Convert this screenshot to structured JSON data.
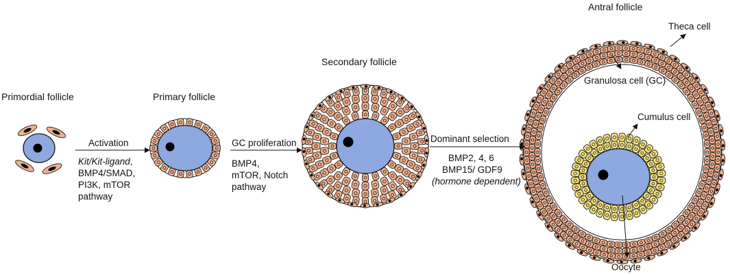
{
  "stages": {
    "primordial": {
      "title": "Primordial follicle"
    },
    "primary": {
      "title": "Primary follicle"
    },
    "secondary": {
      "title": "Secondary follicle"
    },
    "antral": {
      "title": "Antral follicle"
    }
  },
  "transitions": {
    "activation": {
      "heading": "Activation",
      "line1_italic": "Kit/Kit-ligand",
      "line1_rest": ",",
      "line2": "BMP4/SMAD,",
      "line3": "PI3K, mTOR",
      "line4": "pathway"
    },
    "proliferation": {
      "heading": "GC proliferation",
      "line1": "BMP4,",
      "line2": "mTOR, Notch",
      "line3": "pathway"
    },
    "selection": {
      "heading": "Dominant selection",
      "line1": "BMP2, 4, 6",
      "line2": "BMP15/ GDF9",
      "line3_italic": "(hormone dependent)"
    }
  },
  "cell_labels": {
    "theca": "Theca cell",
    "granulosa": "Granulosa cell (GC)",
    "cumulus": "Cumulus cell",
    "oocyte": "Oocyte"
  },
  "colors": {
    "oocyte": "#8ea9df",
    "granulosa": "#f2b08e",
    "cumulus": "#f5e27a",
    "nucleus": "#000000",
    "outline": "#1a1a1a"
  }
}
